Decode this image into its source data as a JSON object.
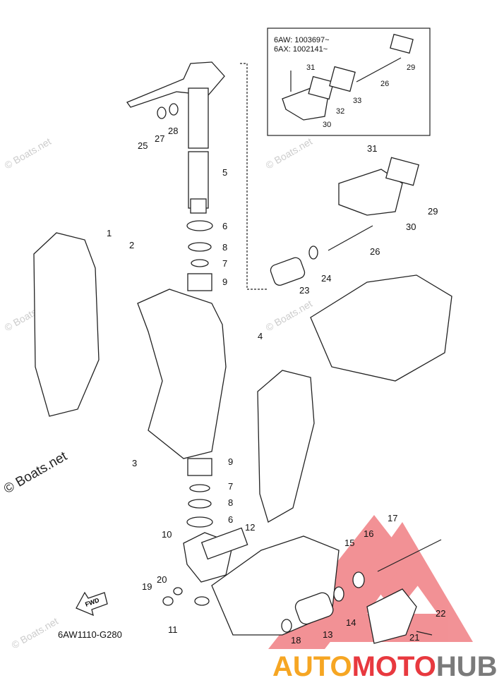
{
  "inset": {
    "line1": "6AW: 1003697~",
    "line2": "6AX: 1002141~"
  },
  "diagram_code": "6AW1110-G280",
  "fwd_label": "FWD",
  "watermark": "© Boats.net",
  "logo": {
    "part1": "AUTO",
    "part2": "MOTO",
    "part3": "HUB"
  },
  "colors": {
    "logo_red": "#e8393f",
    "logo_orange": "#f6a623",
    "logo_gray": "#7a7a7a"
  },
  "callouts": [
    "1",
    "2",
    "3",
    "4",
    "5",
    "6",
    "7",
    "8",
    "9",
    "6",
    "7",
    "8",
    "9",
    "10",
    "11",
    "12",
    "13",
    "14",
    "15",
    "16",
    "17",
    "18",
    "19",
    "20",
    "21",
    "22",
    "23",
    "24",
    "25",
    "26",
    "27",
    "28",
    "29",
    "30",
    "31",
    "31",
    "26",
    "29",
    "32",
    "33",
    "30"
  ]
}
